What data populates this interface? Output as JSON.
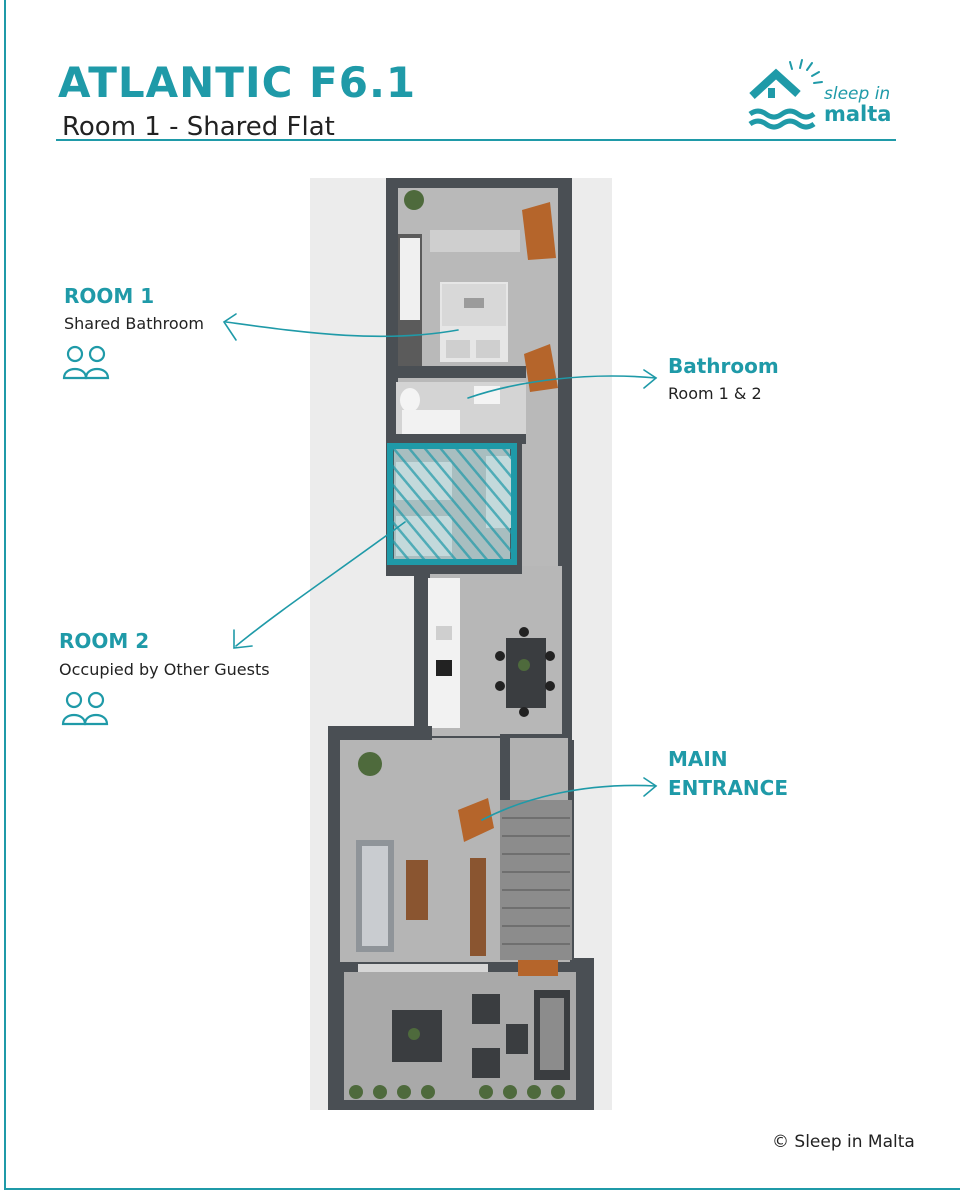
{
  "header": {
    "title": "ATLANTIC F6.1",
    "subtitle": "Room 1 - Shared Flat"
  },
  "logo": {
    "line1": "sleep in",
    "line2": "malta",
    "icon": "house-sun-waves-icon"
  },
  "callouts": {
    "room1": {
      "title": "ROOM 1",
      "subtitle": "Shared Bathroom",
      "icon": "two-guests-icon"
    },
    "room2": {
      "title": "ROOM 2",
      "subtitle": "Occupied by Other Guests",
      "icon": "two-guests-icon"
    },
    "bathroom": {
      "title": "Bathroom",
      "subtitle": "Room 1 & 2"
    },
    "entrance": {
      "title_line1": "MAIN",
      "title_line2": "ENTRANCE"
    }
  },
  "footer": {
    "copyright": "© Sleep in Malta"
  },
  "colors": {
    "accent": "#1f9aa8",
    "wall": "#4a4f54",
    "floor": "#b9b9b9",
    "wood": "#b5652b"
  }
}
